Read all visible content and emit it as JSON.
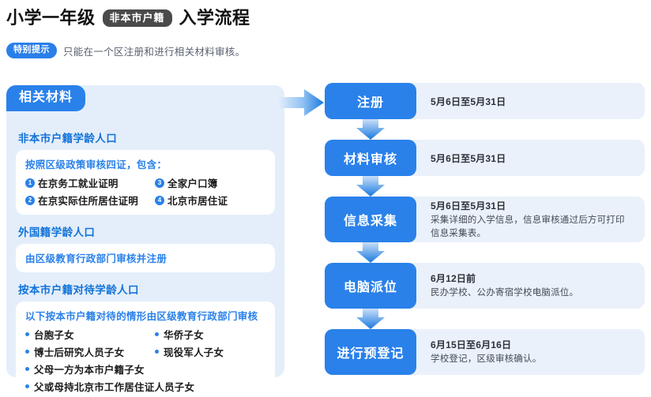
{
  "header": {
    "title_main_prefix": "小学一年级",
    "title_badge": "非本市户籍",
    "title_main_suffix": "入学流程",
    "tip_badge": "特别提示",
    "tip_text": "只能在一个区注册和进行相关材料审核。"
  },
  "materials": {
    "tab_label": "相关材料",
    "sections": [
      {
        "heading": "非本市户籍学龄人口",
        "card_title": "按照区级政策审核四证，包含：",
        "numbered": [
          {
            "num": "1",
            "label": "在京务工就业证明"
          },
          {
            "num": "3",
            "label": "全家户口簿"
          },
          {
            "num": "2",
            "label": "在京实际住所居住证明"
          },
          {
            "num": "4",
            "label": "北京市居住证"
          }
        ]
      },
      {
        "heading": "外国籍学龄人口",
        "card_line": "由区级教育行政部门审核并注册"
      },
      {
        "heading": "按本市户籍对待学龄人口",
        "card_title": "以下按本市户籍对待的情形由区级教育行政部门审核",
        "bullets": [
          "台胞子女",
          "华侨子女",
          "博士后研究人员子女",
          "现役军人子女",
          "父母一方为本市户籍子女",
          "父或母持北京市工作居住证人员子女"
        ]
      }
    ]
  },
  "flow": {
    "steps": [
      {
        "name": "注册",
        "date": "5月6日至5月31日",
        "desc": ""
      },
      {
        "name": "材料审核",
        "date": "5月6日至5月31日",
        "desc": ""
      },
      {
        "name": "信息采集",
        "date": "5月6日至5月31日",
        "desc": "采集详细的入学信息，信息审核通过后方可打印信息采集表。"
      },
      {
        "name": "电脑派位",
        "date": "6月12日前",
        "desc": "民办学校、公办寄宿学校电脑派位。"
      },
      {
        "name": "进行预登记",
        "date": "6月15日至6月16日",
        "desc": "学校登记，区级审核确认。"
      }
    ]
  },
  "colors": {
    "accent_blue": "#2a81ea",
    "panel_blue": "#e4eefb",
    "detail_blue": "#eaf1fa",
    "badge_dark": "#4a4a4a"
  },
  "icons": {
    "right_arrow": "right-arrow-icon",
    "down_arrow": "down-arrow-icon"
  }
}
